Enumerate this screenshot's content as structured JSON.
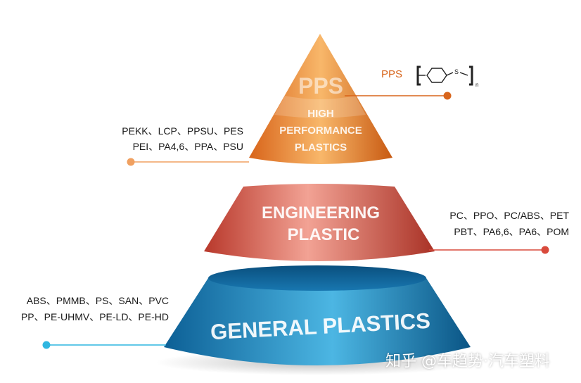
{
  "tiers": {
    "top": {
      "title": "PPS",
      "subtitle_lines": [
        "HIGH",
        "PERFORMANCE",
        "PLASTICS"
      ]
    },
    "middle": {
      "title_lines": [
        "ENGINEERING",
        "PLASTIC"
      ]
    },
    "bottom": {
      "title": "GENERAL PLASTICS"
    }
  },
  "callouts": {
    "pps": {
      "label": "PPS",
      "formula_atom": "S",
      "formula_subscript": "n",
      "color": "#d8651c"
    },
    "high_performance": {
      "lines": [
        "PEKK、LCP、PPSU、PES",
        "PEI、PA4,6、PPA、PSU"
      ],
      "color": "#f0a060"
    },
    "engineering": {
      "lines": [
        "PC、PPO、PC/ABS、PET",
        "PBT、PA6,6、PA6、POM"
      ],
      "color": "#d94a3c"
    },
    "general": {
      "lines": [
        "ABS、PMMB、PS、SAN、PVC",
        "PP、PE-UHMV、PE-LD、PE-HD"
      ],
      "color": "#2fb6e0"
    }
  },
  "colors": {
    "orange_light": "#f8b76a",
    "orange_dark": "#d8641a",
    "red_light": "#f2a294",
    "red_dark": "#b8382b",
    "blue_light": "#4cb6e3",
    "blue_dark": "#0c5f95"
  },
  "watermark": "知乎 @车趋势·汽车塑料"
}
